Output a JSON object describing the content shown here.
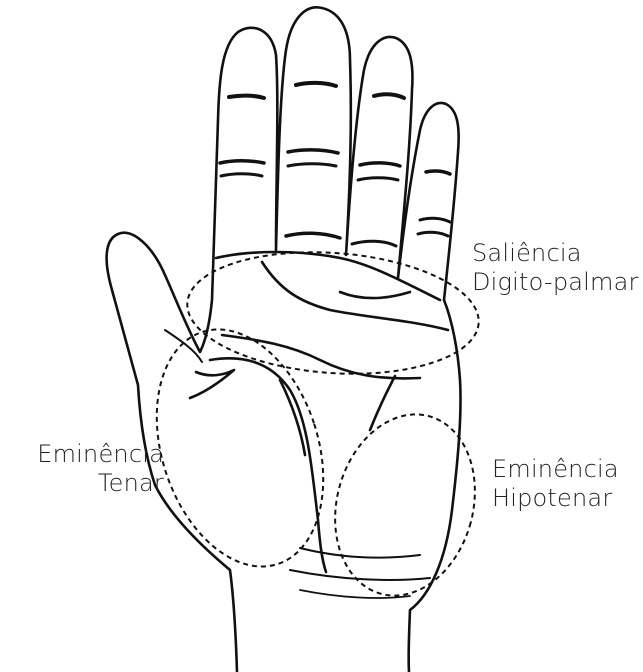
{
  "labels": {
    "digito_palmar": {
      "line1": "Saliência",
      "line2": "Digito-palmar"
    },
    "tenar": {
      "line1": "Eminência",
      "line2": "Tenar"
    },
    "hipotenar": {
      "line1": "Eminência",
      "line2": "Hipotenar"
    }
  },
  "colors": {
    "ink": "#111111",
    "text": "#222222",
    "background": "#ffffff"
  }
}
